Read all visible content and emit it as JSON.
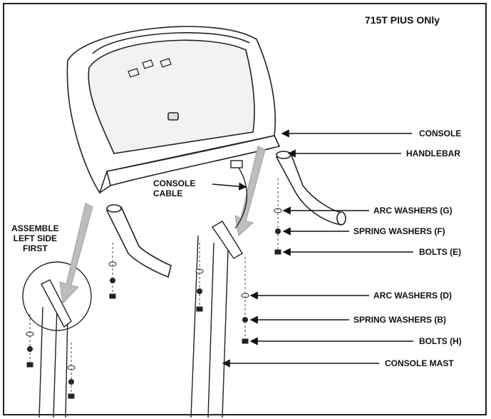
{
  "title": "715T PIUS ONly",
  "callouts": {
    "console": "CONSOLE",
    "handlebar": "HANDLEBAR",
    "console_cable": "CONSOLE\nCABLE",
    "assemble_note": "ASSEMBLE\nLEFT SIDE\nFIRST",
    "arc_washers_g": "ARC WASHERS (G)",
    "spring_washers_f": "SPRING WASHERS (F)",
    "bolts_e": "BOLTS (E)",
    "arc_washers_d": "ARC WASHERS (D)",
    "spring_washers_b": "SPRING WASHERS (B)",
    "bolts_h": "BOLTS (H)",
    "console_mast": "CONSOLE MAST"
  },
  "colors": {
    "ink": "#111111",
    "arrow_gray": "#bdbdbd",
    "shade": "#d9d9d9"
  }
}
